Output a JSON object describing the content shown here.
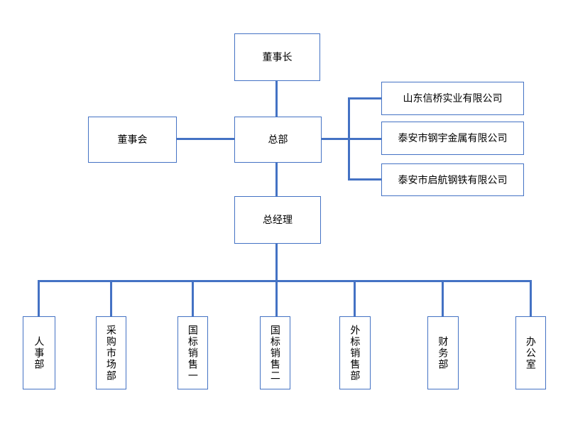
{
  "page": {
    "background": "#FFFFFF"
  },
  "org_chart": {
    "type": "organization-chart",
    "nodes": {
      "chairman": "董事长",
      "board": "董事会",
      "headquarters": "总部",
      "general_manager": "总经理",
      "companies": [
        "山东信桥实业有限公司",
        "泰安市钢宇金属有限公司",
        "泰安市启航钢铁有限公司"
      ],
      "departments": [
        "人事部",
        "采购市场部",
        "国标销售一",
        "国标销售二",
        "外标销售部",
        "财务部",
        "办公室"
      ]
    },
    "edges": [
      [
        "chairman",
        "headquarters"
      ],
      [
        "board",
        "headquarters"
      ],
      [
        "headquarters",
        "山东信桥实业有限公司"
      ],
      [
        "headquarters",
        "泰安市钢宇金属有限公司"
      ],
      [
        "headquarters",
        "泰安市启航钢铁有限公司"
      ],
      [
        "headquarters",
        "general_manager"
      ],
      [
        "general_manager",
        "人事部"
      ],
      [
        "general_manager",
        "采购市场部"
      ],
      [
        "general_manager",
        "国标销售一"
      ],
      [
        "general_manager",
        "国标销售二"
      ],
      [
        "general_manager",
        "外标销售部"
      ],
      [
        "general_manager",
        "财务部"
      ],
      [
        "general_manager",
        "办公室"
      ]
    ],
    "colors": {
      "connector": "#4472C4",
      "node_border": "#4472C4",
      "node_fill": "#FFFFFF",
      "text": "#000000"
    }
  }
}
